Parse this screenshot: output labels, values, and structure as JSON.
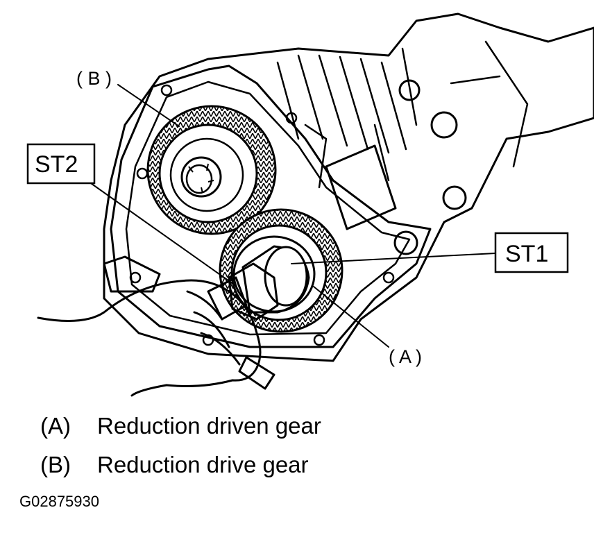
{
  "labels": {
    "b_callout": "( B )",
    "a_callout": "( A )",
    "st2": "ST2",
    "st1": "ST1"
  },
  "legend": [
    {
      "key": "(A)",
      "text": "Reduction driven gear"
    },
    {
      "key": "(B)",
      "text": "Reduction drive gear"
    }
  ],
  "figure_code": "G02875930"
}
